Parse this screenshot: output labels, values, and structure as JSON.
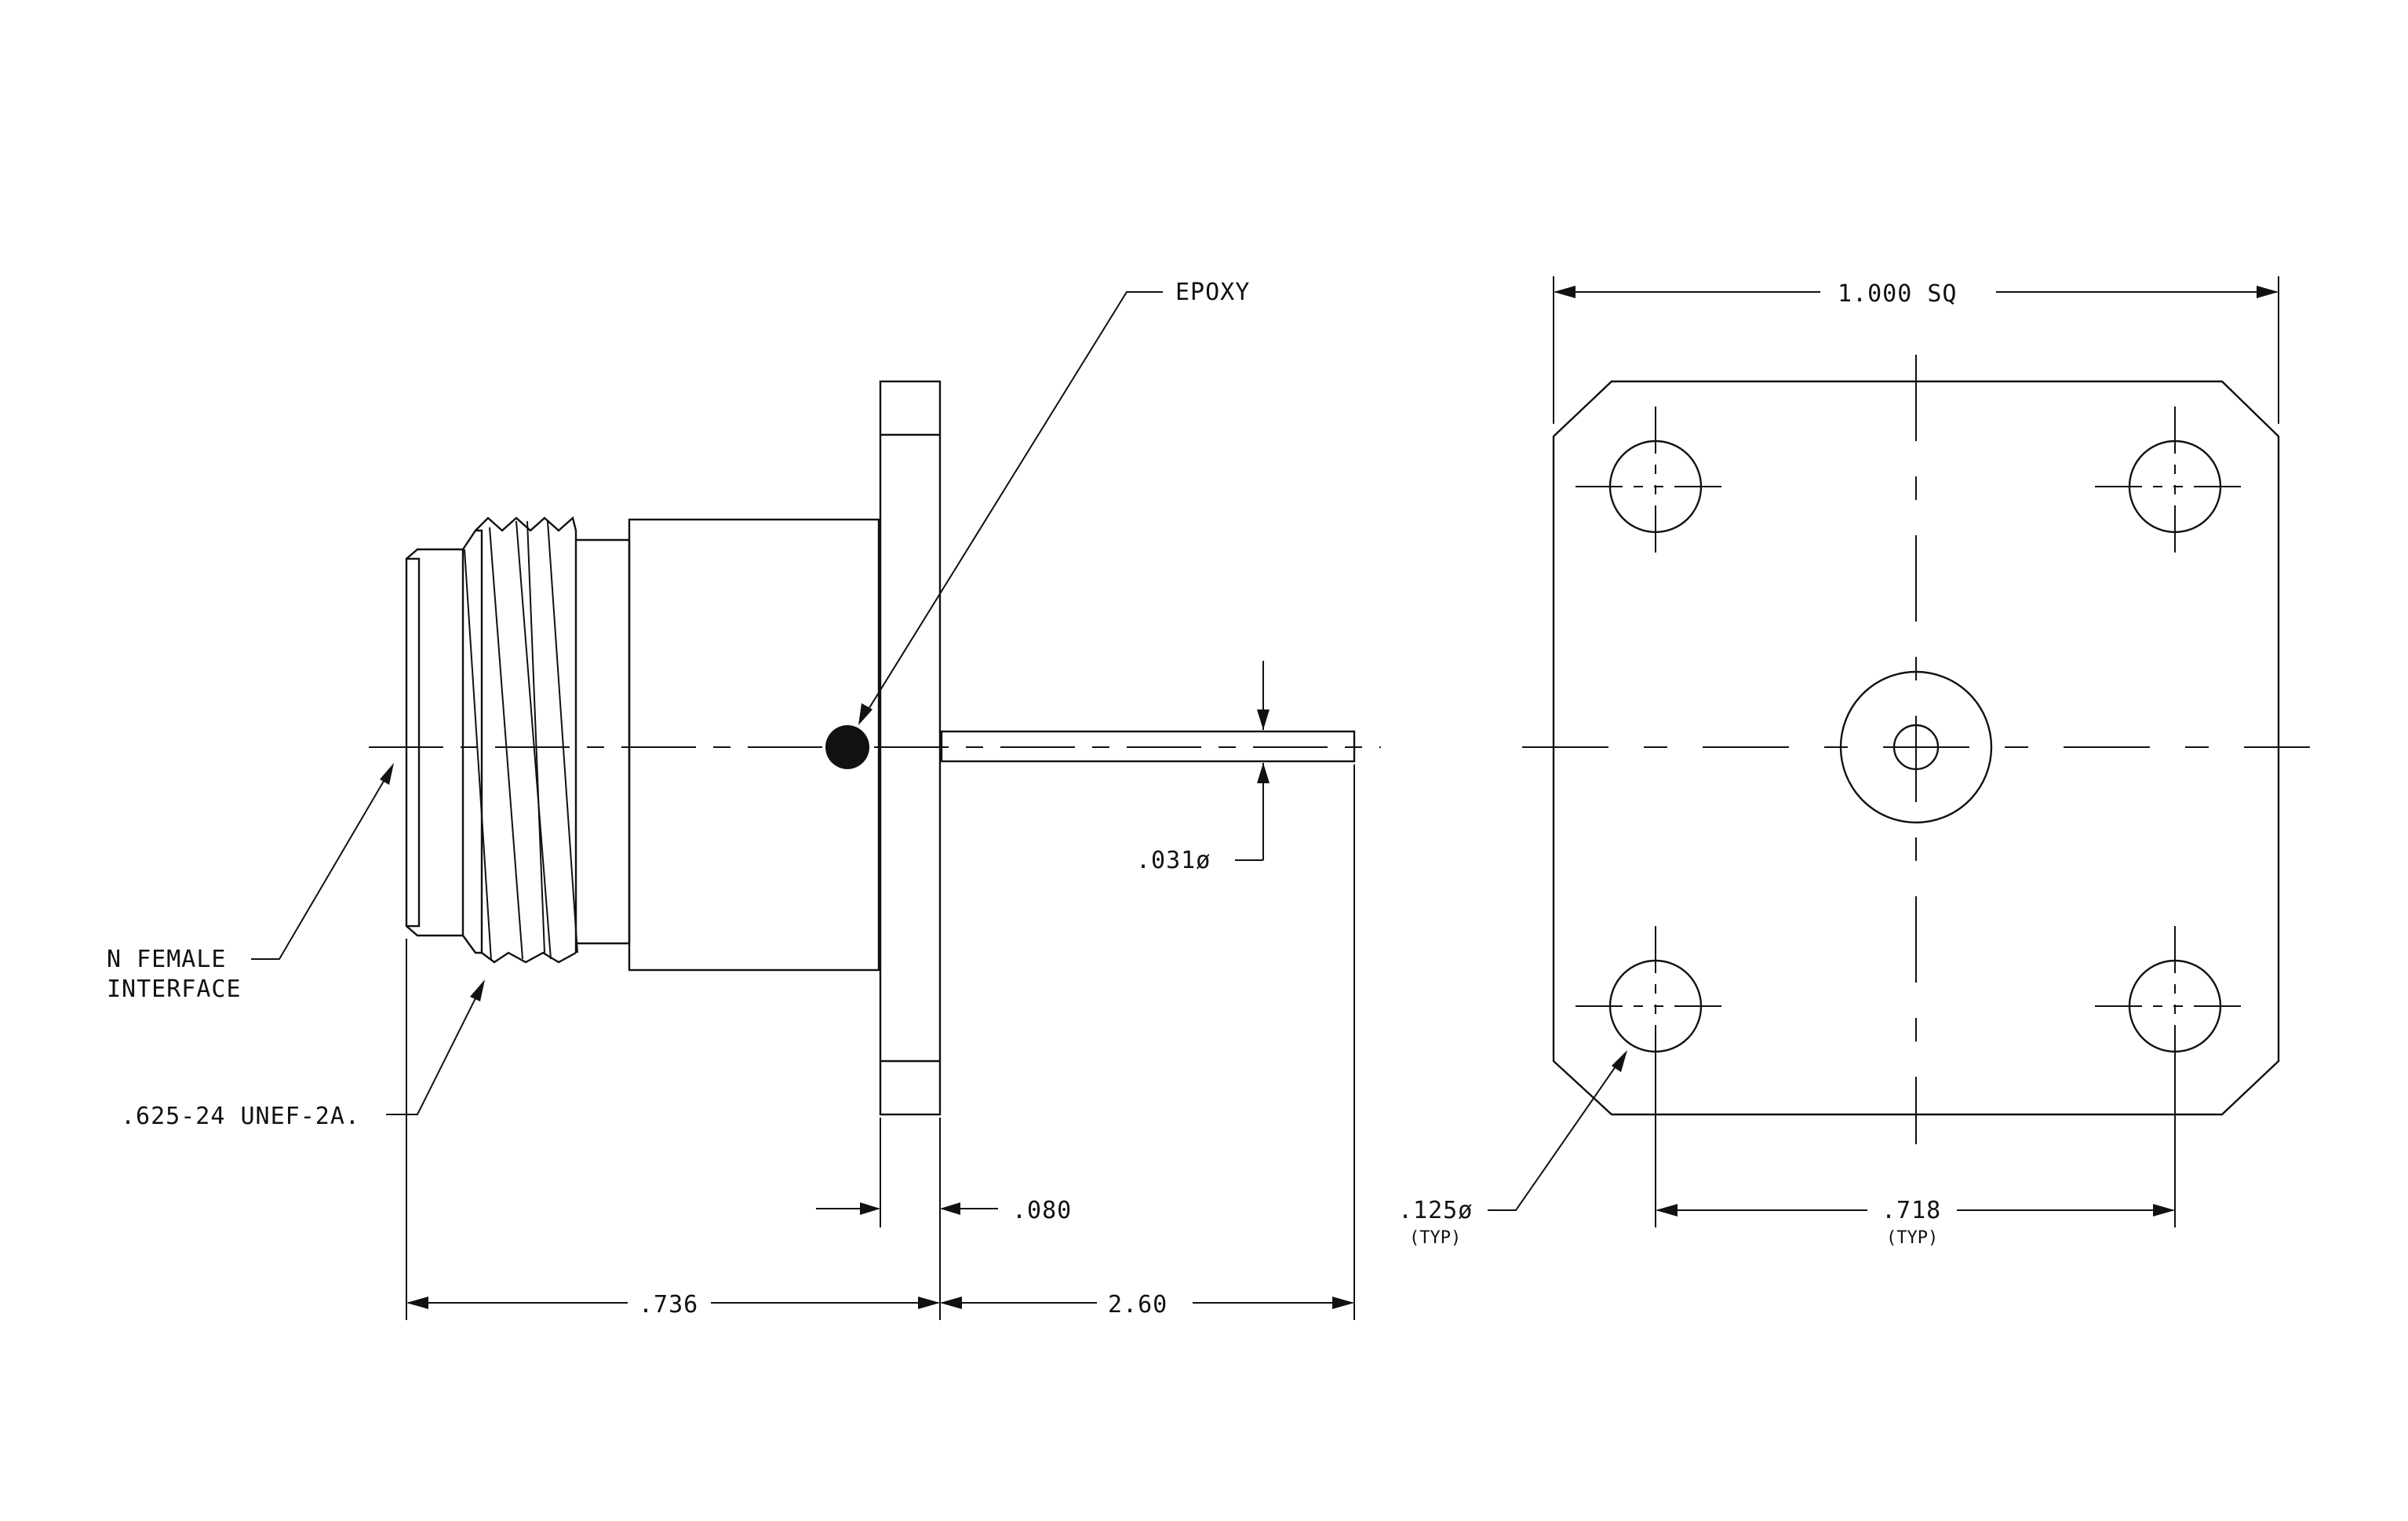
{
  "labels": {
    "epoxy": "EPOXY",
    "interface_line1": "N FEMALE",
    "interface_line2": "INTERFACE",
    "thread": ".625-24 UNEF-2A.",
    "pin_dia": ".031ø",
    "flange_thk": ".080",
    "body_len": ".736",
    "pin_len": "2.60",
    "square": "1.000 SQ",
    "hole_dia": ".125ø",
    "hole_dia_typ": "(TYP)",
    "hole_spacing": ".718",
    "hole_spacing_typ": "(TYP)"
  },
  "colors": {
    "ink": "#111111",
    "background": "#ffffff"
  }
}
